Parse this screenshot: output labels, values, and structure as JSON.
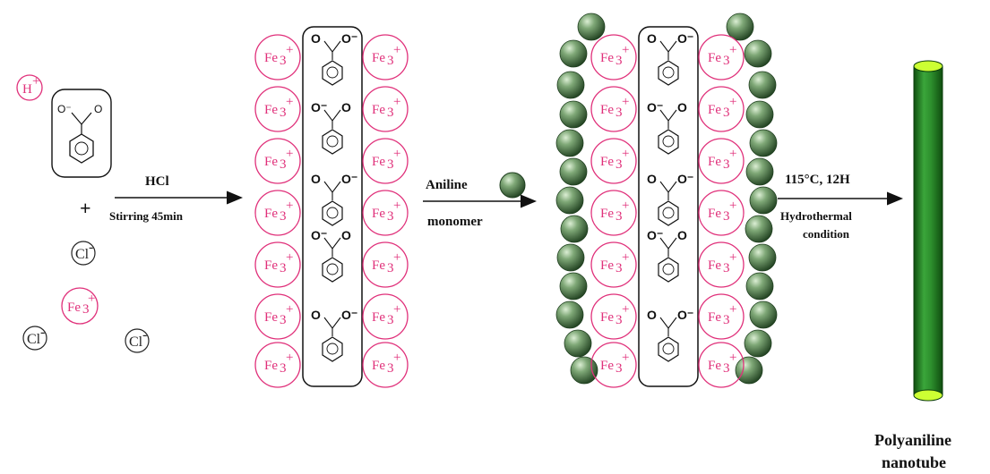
{
  "reactants": {
    "proton_label": "H",
    "proton_charge": "+",
    "plus_sign": "+",
    "chloride_label": "Cl",
    "chloride_charge": "-",
    "iron_label": "Fe",
    "iron_sub": "3",
    "iron_charge": "+"
  },
  "steps": {
    "step1_reagent": "HCl",
    "step1_condition": "Stirring 45min",
    "step2_reagent": "Aniline",
    "step2_condition": "monomer",
    "step3_conditions": "115°C, 12H",
    "step3_condition2": "Hydrothermal",
    "step3_condition3": "condition"
  },
  "structure": {
    "iron_ion_label": "Fe",
    "iron_ion_sub": "3",
    "iron_ion_charge": "+",
    "oxygen_label": "O",
    "oxygen_anion": "O⁻"
  },
  "product": {
    "line1": "Polyaniline",
    "line2": "nanotube"
  },
  "colors": {
    "iron": "#e0307a",
    "sphere_dark": "#2f5a2f",
    "sphere_light": "#a8c8a0",
    "tube_dark": "#1e6b1e",
    "tube_light": "#39b539",
    "tube_top": "#ccff33"
  }
}
